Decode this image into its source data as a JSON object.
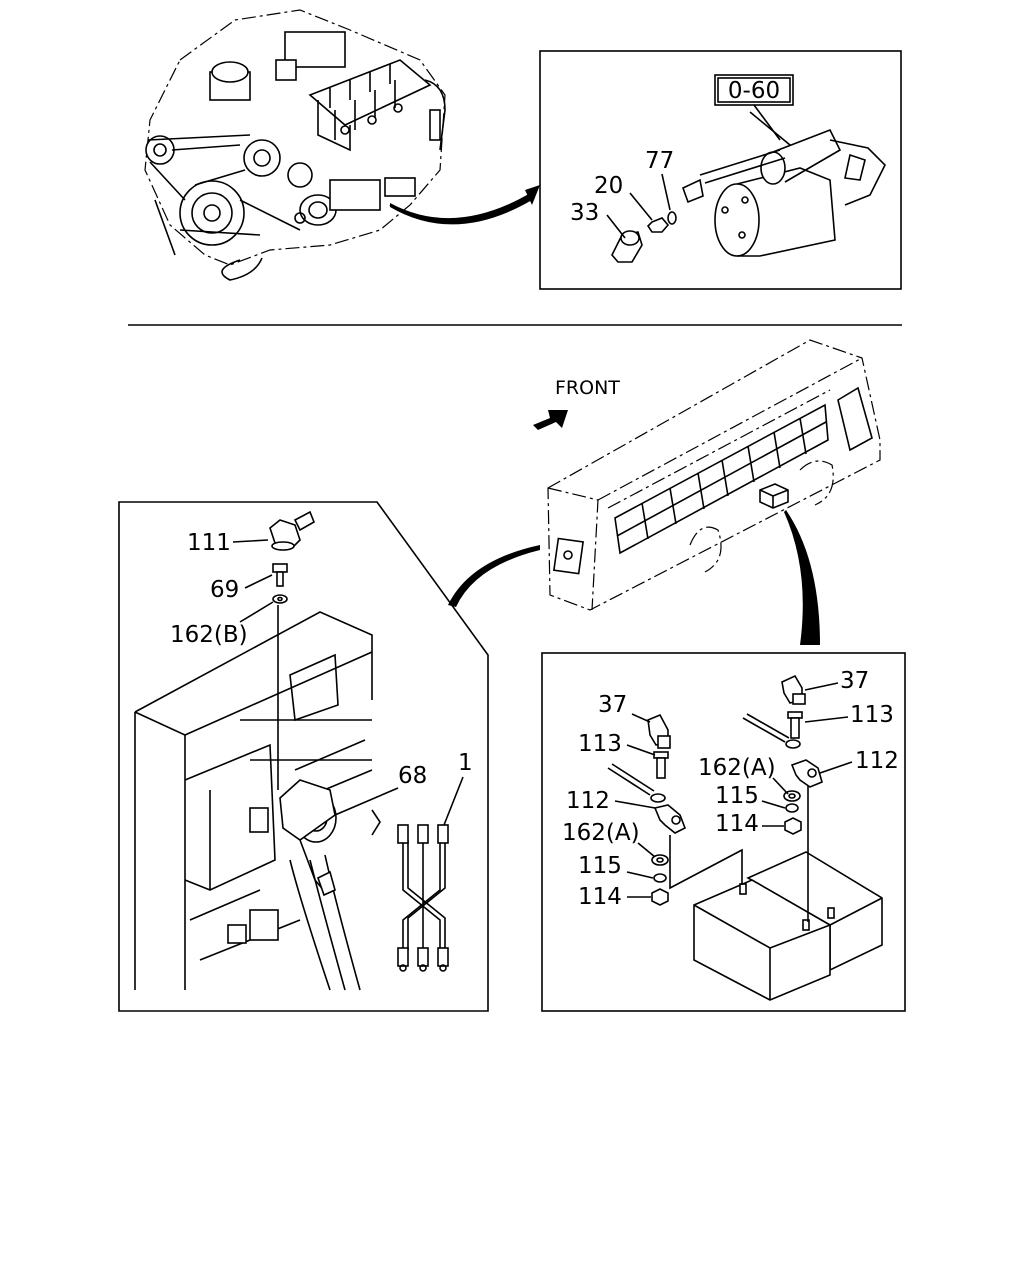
{
  "labels": {
    "ref_box": "0-60",
    "starter_77": "77",
    "starter_20": "20",
    "starter_33": "33",
    "front": "FRONT",
    "left_111": "111",
    "left_69": "69",
    "left_162b": "162(B)",
    "left_68": "68",
    "left_1": "1",
    "bat_37_left": "37",
    "bat_37_right": "37",
    "bat_113_left": "113",
    "bat_113_right": "113",
    "bat_162a_left": "162(A)",
    "bat_162a_right": "162(A)",
    "bat_112_left": "112",
    "bat_112_right": "112",
    "bat_115_left": "115",
    "bat_115_right": "115",
    "bat_114_left": "114",
    "bat_114_right": "114"
  }
}
